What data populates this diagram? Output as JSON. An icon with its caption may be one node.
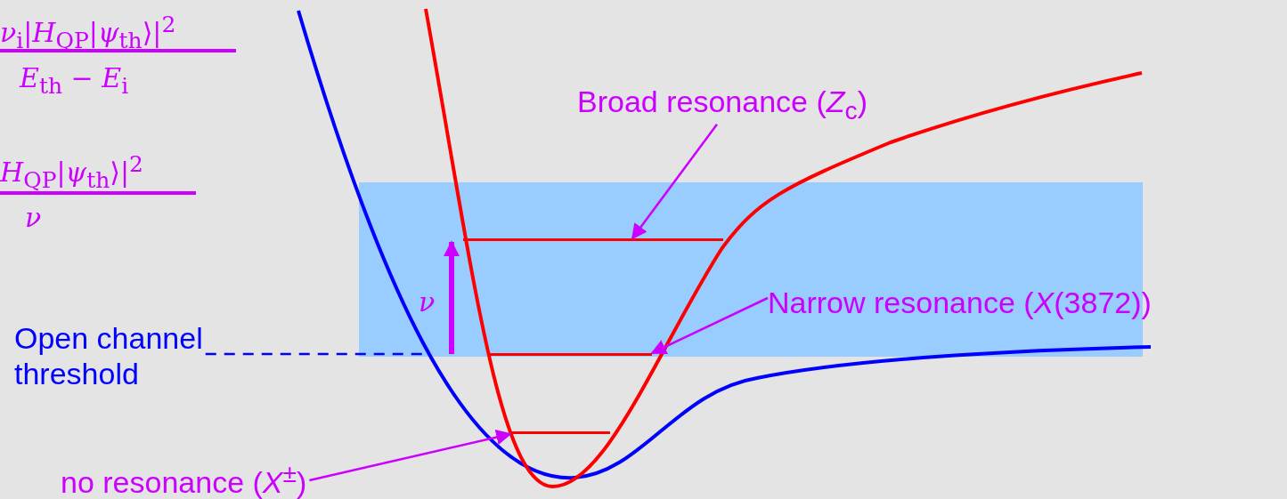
{
  "diagram": {
    "nodes": [
      {
        "text": [
          "Broad resonance (*Z*$_{c}$)"
        ]
      },
      {
        "text": [
          "Narrow resonance (*X*(3872))"
        ]
      },
      {
        "text": [
          "Open channel threshold"
        ]
      },
      {
        "text": [
          "no resonance (*X*$^{±}$)"
        ]
      },
      {
        "text": [],
        "shape": "bar"
      },
      {
        "text": [],
        "shape": "bar"
      },
      {
        "text": [],
        "shape": "bar"
      }
    ],
    "edges": [
      {
        "from": 0,
        "to": 4,
        "arrow": "to"
      },
      {
        "from": 1,
        "to": 5,
        "arrow": "to"
      },
      {
        "from": 2,
        "to": null,
        "arrow": "none",
        "style": "dashed",
        "color": "#0000ff"
      },
      {
        "from": 3,
        "to": 6,
        "arrow": "to"
      }
    ],
    "labels": [
      "*ν*$_{i}$|*H*$_{QP}$|*ψ*$_{th}$⟩|$^{2}$",
      "*E*$_{th}$ − *E*$_{i}$",
      "*H*$_{QP}$|*ψ*$_{th}$⟩|$^{2}$",
      "*ν*",
      "*ν*"
    ]
  }
}
